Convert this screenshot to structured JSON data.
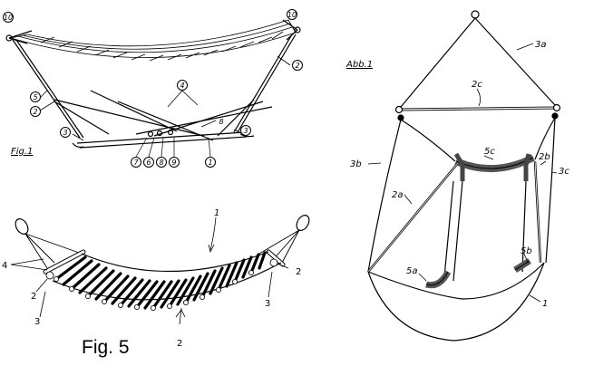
{
  "fig1": {
    "caption": "Fig.1",
    "labels": {
      "num_10_left": "10",
      "num_10_right": "10",
      "num_2_right": "2",
      "num_5": "5",
      "num_2_left": "2",
      "num_4": "4",
      "num_3_left": "3",
      "num_8": "8",
      "num_3_right": "3",
      "num_7": "7",
      "num_6": "6",
      "num_8_bottom": "8",
      "num_9": "9",
      "num_1": "1"
    }
  },
  "fig5": {
    "caption": "Fig. 5",
    "labels": {
      "num_1": "1",
      "num_4": "4",
      "num_2_left": "2",
      "num_3_left": "3",
      "num_2_right": "2",
      "num_3_right": "3",
      "num_2_bottom": "2"
    }
  },
  "abb1": {
    "caption": "Abb.1",
    "labels": {
      "l_3a": "3a",
      "l_2c": "2c",
      "l_3b": "3b",
      "l_5c": "5c",
      "l_2b": "2b",
      "l_3c": "3c",
      "l_2a": "2a",
      "l_5b": "5b",
      "l_5a": "5a",
      "l_1": "1"
    }
  }
}
